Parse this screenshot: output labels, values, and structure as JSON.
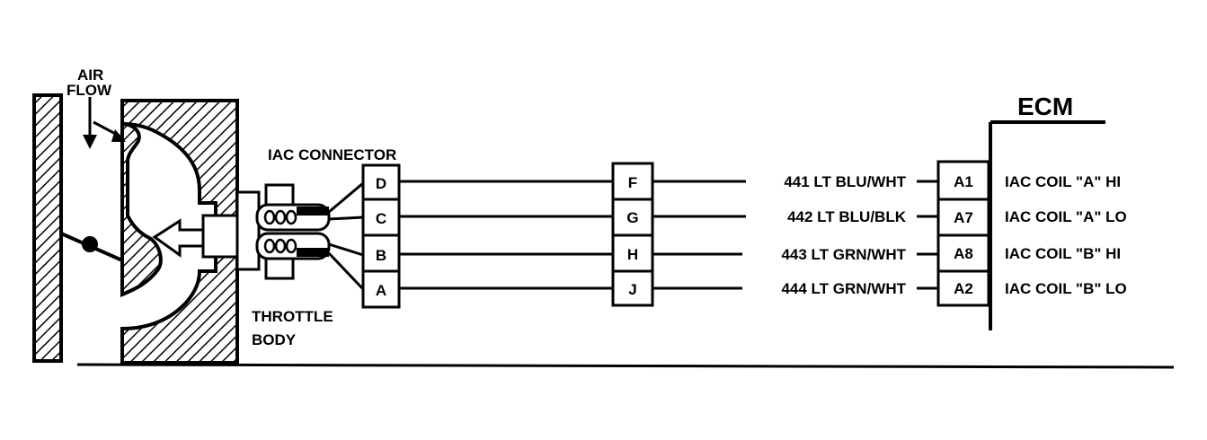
{
  "labels": {
    "air_flow_line1": "AIR",
    "air_flow_line2": "FLOW",
    "iac_connector": "IAC CONNECTOR",
    "throttle_body_line1": "THROTTLE",
    "throttle_body_line2": "BODY",
    "ecm": "ECM"
  },
  "iac_connector_pins": [
    "D",
    "C",
    "B",
    "A"
  ],
  "inline_connector_pins": [
    "F",
    "G",
    "H",
    "J"
  ],
  "wires": [
    "441  LT BLU/WHT",
    "442  LT BLU/BLK",
    "443  LT GRN/WHT",
    "444  LT GRN/WHT"
  ],
  "ecm_pins": [
    "A1",
    "A7",
    "A8",
    "A2"
  ],
  "ecm_functions": [
    "IAC COIL \"A\" HI",
    "IAC COIL \"A\" LO",
    "IAC COIL \"B\" HI",
    "IAC COIL \"B\" LO"
  ]
}
